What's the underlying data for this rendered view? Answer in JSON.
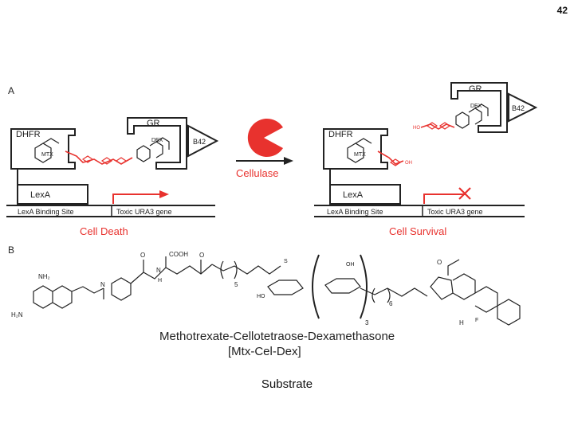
{
  "page_number": "42",
  "panel_a": {
    "label": "A",
    "left": {
      "dhfr": "DHFR",
      "mtx": "MTX",
      "gr": "GR",
      "dex": "DEX",
      "b42": "B42",
      "lexa": "LexA",
      "binding_site": "LexA Binding Site",
      "gene": "Toxic URA3 gene",
      "outcome": "Cell Death"
    },
    "enzyme": {
      "label": "Cellulase",
      "icon": "pacman-enzyme-icon",
      "color": "#e8322e"
    },
    "right": {
      "dhfr": "DHFR",
      "mtx": "MTX",
      "gr": "GR",
      "dex": "DEX",
      "b42": "B42",
      "lexa": "LexA",
      "binding_site": "LexA Binding Site",
      "gene": "Toxic URA3 gene",
      "outcome": "Cell Survival",
      "oh_right": "OH",
      "ho_left": "HO"
    }
  },
  "panel_b": {
    "label": "B",
    "atoms": {
      "cooh": "COOH",
      "o1": "O",
      "o2": "O",
      "o3": "O",
      "n1": "N",
      "n2": "N",
      "h1": "H",
      "h2": "H",
      "nh2": "NH₂",
      "h2n": "H₂N",
      "sub5": "5",
      "sub3": "3",
      "sub6": "6",
      "oh": "OH",
      "ho": "HO",
      "s": "S",
      "f": "F"
    },
    "molecule_name": "Methotrexate-Cellotetraose-Dexamethasone",
    "molecule_abbrev": "[Mtx-Cel-Dex]"
  },
  "caption": "Substrate",
  "colors": {
    "accent": "#e8322e",
    "ink": "#222222"
  }
}
